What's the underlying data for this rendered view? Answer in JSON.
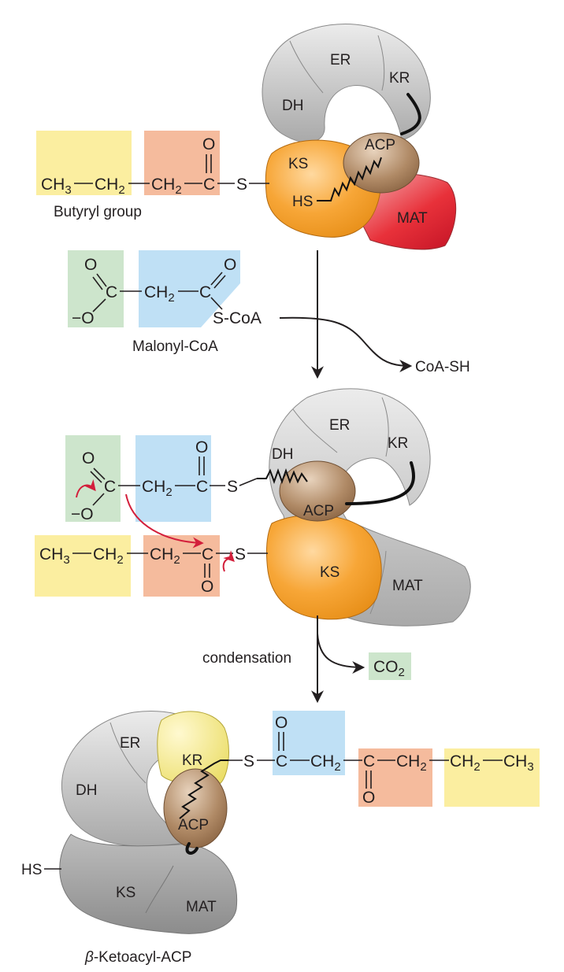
{
  "domains": {
    "er": "ER",
    "kr": "KR",
    "dh": "DH",
    "ks": "KS",
    "acp": "ACP",
    "mat": "MAT",
    "hs": "HS"
  },
  "atoms": {
    "o": "O",
    "c": "C",
    "s": "S",
    "o_minus_prefix": "−O"
  },
  "groups": {
    "ch3": "CH3",
    "ch2": "CH2",
    "ch2_base": "CH",
    "sub2": "2",
    "sub3": "3",
    "co2_base": "CO",
    "s_coa": "S-CoA"
  },
  "labels": {
    "butyryl_group": "Butyryl group",
    "malonyl_coa": "Malonyl-CoA",
    "coa_sh": "CoA-SH",
    "condensation": "condensation",
    "ketoacyl_beta": "β",
    "ketoacyl_rest": "-Ketoacyl-ACP"
  },
  "colors": {
    "butyryl_yellow": "#fbeea0",
    "butyryl_orange": "#f5bb9d",
    "malonyl_green": "#cde5cc",
    "malonyl_blue": "#bfe0f5",
    "ks_orange": "#f29a1e",
    "mat_red": "#e8313a",
    "kr_yellow": "#f6ec8a",
    "acp_brown": "#a5805d",
    "arrow_red": "#d31f3b",
    "protein_grey": "#cfcfcf"
  }
}
